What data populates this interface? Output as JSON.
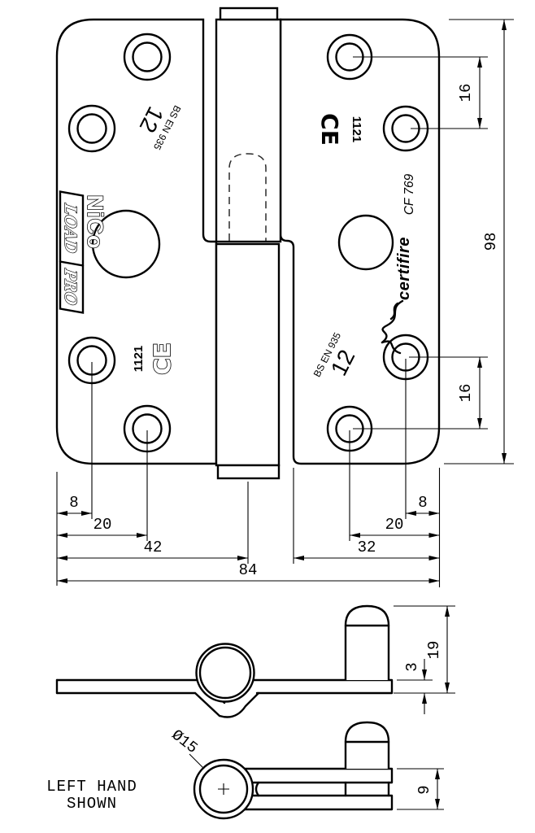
{
  "drawing": {
    "note": {
      "line1": "LEFT HAND",
      "line2": "SHOWN"
    },
    "front": {
      "left_leaf": {
        "standard": "BS EN 935",
        "grade": "12",
        "ce": "CE",
        "ce_number": "1121",
        "brand": "NiCo",
        "logo_word1": "LOAD",
        "logo_word2": "PRO"
      },
      "right_leaf": {
        "standard": "BS EN 935",
        "grade": "12",
        "ce": "CE",
        "ce_number": "1121",
        "cert_ref": "CF 769",
        "cert_name": "certifire"
      }
    },
    "dims": {
      "left_8": "8",
      "left_20": "20",
      "left_42": "42",
      "overall_84": "84",
      "right_8": "8",
      "right_20": "20",
      "right_32": "32",
      "top_16": "16",
      "bottom_16": "16",
      "height_98": "98",
      "thickness_3": "3",
      "pin_height_19": "19",
      "knuckle_dia": "Ø15",
      "leaf_gap_9": "9"
    }
  }
}
